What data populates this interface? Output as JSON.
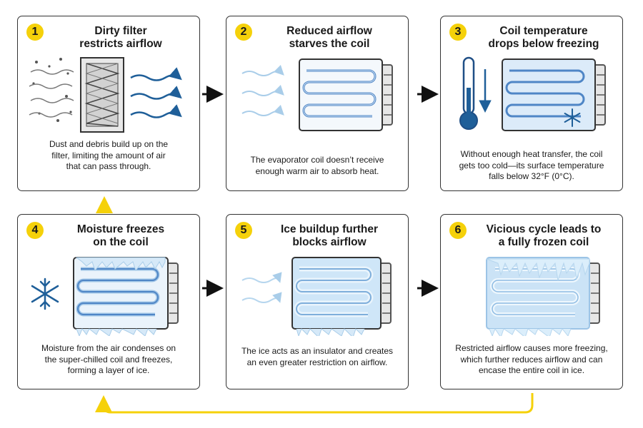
{
  "colors": {
    "badge": "#f5d10a",
    "flow_arrow": "#f5d10a",
    "step_arrow": "#111111",
    "coil_blue": "#4f86c6",
    "ice_blue": "#cfe6f8",
    "air_dark": "#1f5f99",
    "air_light": "#b6d6ee"
  },
  "steps": [
    {
      "number": "1",
      "title_line1": "Dirty filter",
      "title_line2": "restricts airflow",
      "desc_line1": "Dust and debris build up on the",
      "desc_line2": "filter, limiting the amount of air",
      "desc_line3": "that can pass through.",
      "icons": [
        "dust-icon",
        "dirty-filter-icon",
        "airflow-arrows-icon"
      ]
    },
    {
      "number": "2",
      "title_line1": "Reduced airflow",
      "title_line2": "starves the coil",
      "desc_line1": "The evaporator coil doesn’t receive",
      "desc_line2": "enough warm air to absorb heat.",
      "desc_line3": "",
      "icons": [
        "weak-airflow-icon",
        "evaporator-coil-icon"
      ]
    },
    {
      "number": "3",
      "title_line1": "Coil temperature",
      "title_line2": "drops below freezing",
      "desc_line1": "Without enough heat transfer, the coil",
      "desc_line2": "gets too cold—its surface temperature",
      "desc_line3": "falls below 32°F (0°C).",
      "icons": [
        "thermometer-icon",
        "down-arrow-icon",
        "cold-coil-icon",
        "snowflake-icon"
      ]
    },
    {
      "number": "4",
      "title_line1": "Moisture freezes",
      "title_line2": "on the coil",
      "desc_line1": "Moisture from the air condenses on",
      "desc_line2": "the super-chilled coil and freezes,",
      "desc_line3": "forming a layer of ice.",
      "icons": [
        "snowflake-icon",
        "frosted-coil-icon"
      ]
    },
    {
      "number": "5",
      "title_line1": "Ice buildup further",
      "title_line2": "blocks airflow",
      "desc_line1": "The ice acts as an insulator and creates",
      "desc_line2": "an even greater restriction on airflow.",
      "desc_line3": "",
      "icons": [
        "weak-airflow-icon",
        "iced-coil-icon"
      ]
    },
    {
      "number": "6",
      "title_line1": "Vicious cycle leads to",
      "title_line2": "a fully frozen coil",
      "desc_line1": "Restricted airflow causes more freezing,",
      "desc_line2": "which further reduces airflow and can",
      "desc_line3": "encase the entire coil in ice.",
      "icons": [
        "frozen-coil-icon"
      ]
    }
  ]
}
